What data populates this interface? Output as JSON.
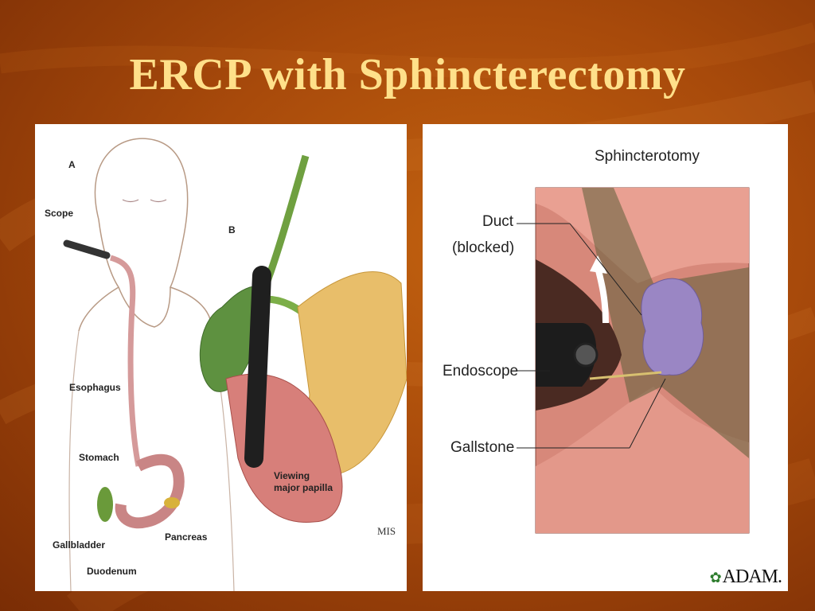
{
  "slide": {
    "title": "ERCP with Sphincterectomy"
  },
  "left_figure": {
    "labels": {
      "panel_a": "A",
      "panel_b": "B",
      "scope": "Scope",
      "esophagus": "Esophagus",
      "stomach": "Stomach",
      "gallbladder": "Gallbladder",
      "duodenum": "Duodenum",
      "pancreas": "Pancreas",
      "viewing_line1": "Viewing",
      "viewing_line2": "major papilla"
    },
    "logo_text": "MIS"
  },
  "right_figure": {
    "title": "Sphincterotomy",
    "labels": {
      "duct_line1": "Duct",
      "duct_line2": "(blocked)",
      "endoscope": "Endoscope",
      "gallstone": "Gallstone"
    },
    "logo_text": "ADAM."
  },
  "colors": {
    "background": "#a84a0b",
    "title": "#ffe08a"
  }
}
